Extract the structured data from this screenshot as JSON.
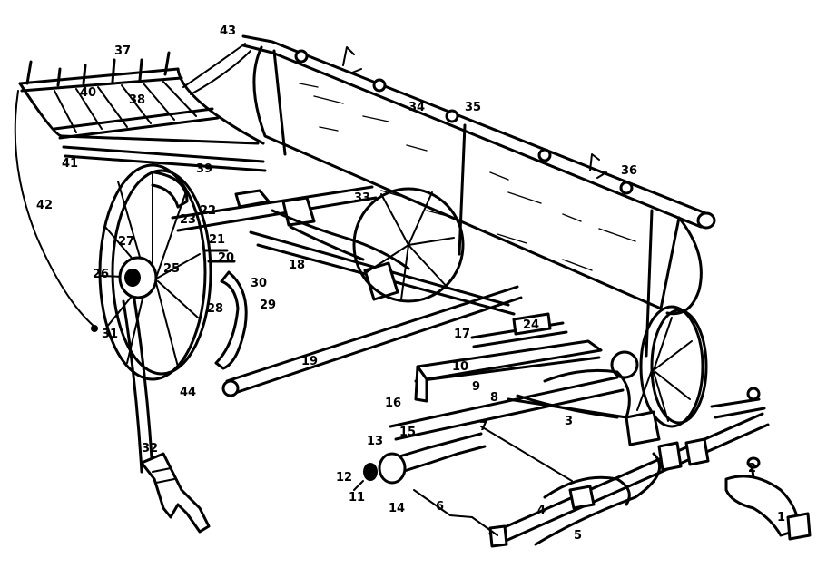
{
  "labels": [
    "1",
    "2",
    "3",
    "4",
    "5",
    "6",
    "7",
    "8",
    "9",
    "10",
    "11",
    "12",
    "13",
    "14",
    "15",
    "16",
    "17",
    "18",
    "19",
    "20",
    "21",
    "22",
    "23",
    "24",
    "25",
    "26",
    "27",
    "28",
    "29",
    "30",
    "31",
    "32",
    "33",
    "34",
    "35",
    "36",
    "37",
    "38",
    "39",
    "40",
    "41",
    "42",
    "43",
    "44"
  ],
  "colors": {
    "ink": "#000000",
    "paper": "#ffffff"
  }
}
